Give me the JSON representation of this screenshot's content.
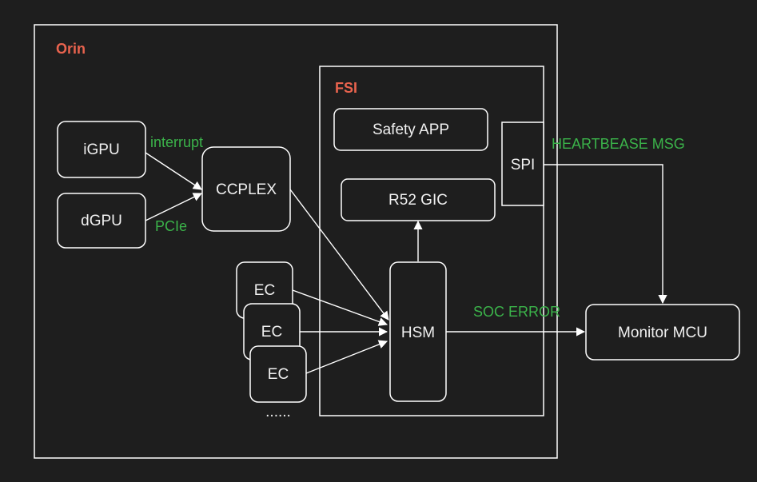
{
  "containers": {
    "orin": "Orin",
    "fsi": "FSI"
  },
  "nodes": {
    "igpu": "iGPU",
    "dgpu": "dGPU",
    "ccplex": "CCPLEX",
    "safety_app": "Safety APP",
    "r52_gic": "R52 GIC",
    "spi": "SPI",
    "ec1": "EC",
    "ec2": "EC",
    "ec3": "EC",
    "hsm": "HSM",
    "monitor_mcu": "Monitor MCU",
    "ellipsis": "......"
  },
  "edge_labels": {
    "interrupt": "interrupt",
    "pcie": "PCIe",
    "heartbeat": "HEARTBEASE MSG",
    "soc_error": "SOC ERROR"
  },
  "colors": {
    "background": "#1e1e1e",
    "stroke": "#ffffff",
    "title": "#e9634e",
    "edge_label": "#3bb34a"
  }
}
